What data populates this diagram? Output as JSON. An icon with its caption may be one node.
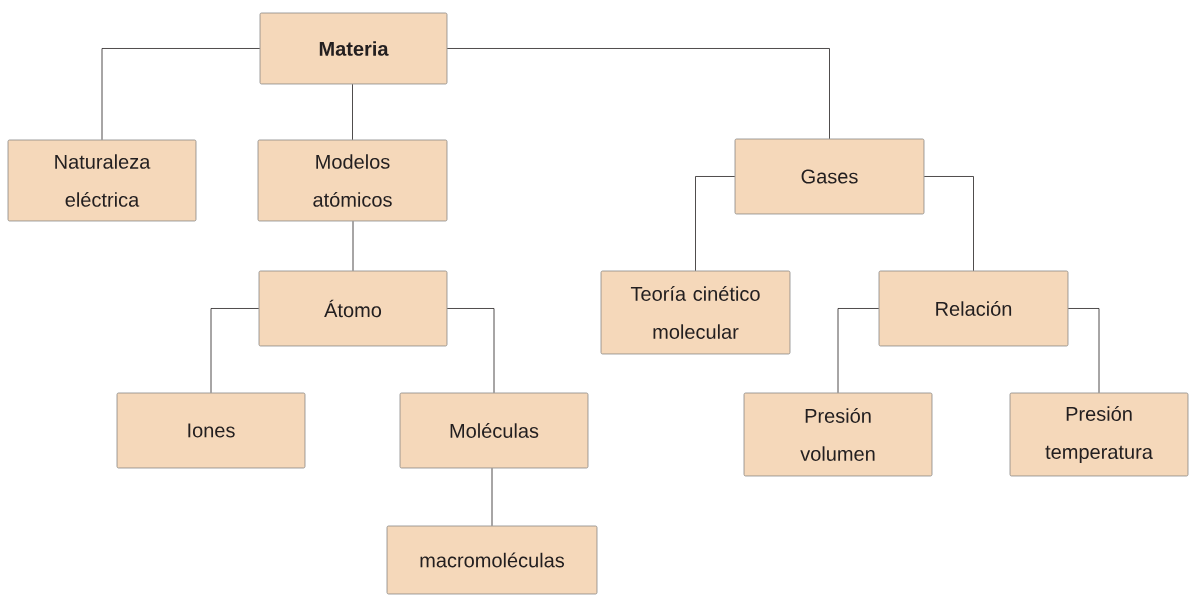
{
  "diagram": {
    "nodes": [
      {
        "text": [
          "Materia"
        ]
      },
      {
        "text": [
          "Naturaleza eléctrica"
        ]
      },
      {
        "text": [
          "Modelos atómicos"
        ]
      },
      {
        "text": [
          "Gases"
        ]
      },
      {
        "text": [
          "Átomo"
        ]
      },
      {
        "text": [
          "Teoría cinético molecular"
        ]
      },
      {
        "text": [
          "Relación"
        ]
      },
      {
        "text": [
          "Iones"
        ]
      },
      {
        "text": [
          "Moléculas"
        ]
      },
      {
        "text": [
          "Presión volumen"
        ]
      },
      {
        "text": [
          "Presión temperatura"
        ]
      },
      {
        "text": [
          "macromoléculas"
        ]
      }
    ],
    "edges": [
      {
        "from": 0,
        "to": 1,
        "arrow": "none"
      },
      {
        "from": 0,
        "to": 2,
        "arrow": "none"
      },
      {
        "from": 0,
        "to": 3,
        "arrow": "none"
      },
      {
        "from": 2,
        "to": 4,
        "arrow": "none"
      },
      {
        "from": 3,
        "to": 5,
        "arrow": "none"
      },
      {
        "from": 3,
        "to": 6,
        "arrow": "none"
      },
      {
        "from": 4,
        "to": 7,
        "arrow": "none"
      },
      {
        "from": 4,
        "to": 8,
        "arrow": "none"
      },
      {
        "from": 8,
        "to": 11,
        "arrow": "none"
      },
      {
        "from": 6,
        "to": 9,
        "arrow": "none"
      },
      {
        "from": 6,
        "to": 10,
        "arrow": "none"
      }
    ]
  }
}
